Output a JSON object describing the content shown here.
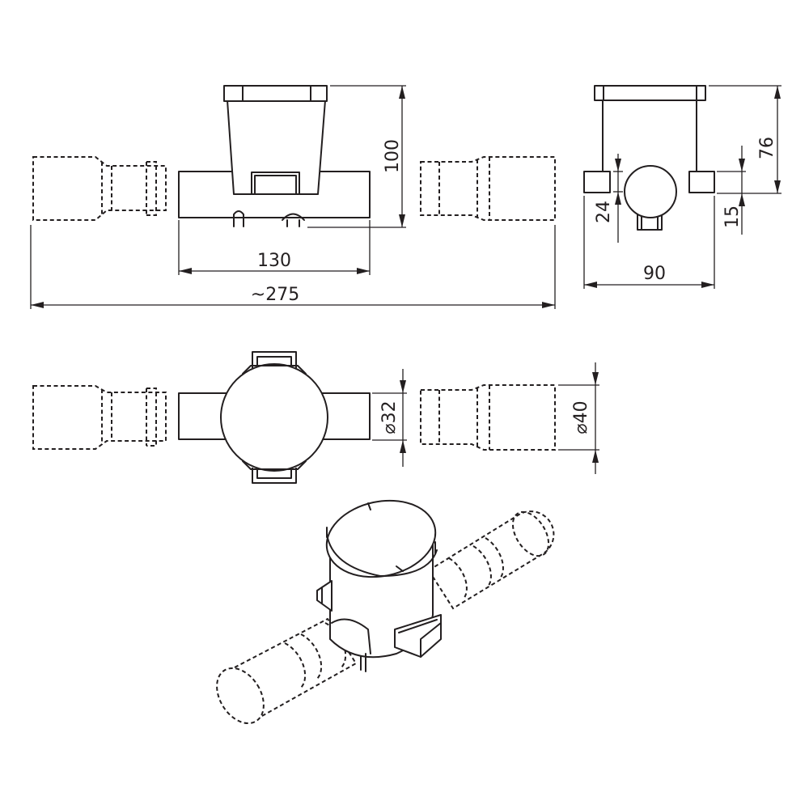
{
  "colors": {
    "line": "#231f20",
    "background": "#ffffff"
  },
  "dimensions": {
    "front_height": "100",
    "body_length": "130",
    "overall_length": "~275",
    "side_height": "76",
    "side_offset_24": "24",
    "side_offset_15": "15",
    "side_width": "90",
    "pipe_dia_32": "32",
    "pipe_dia_40": "40",
    "diameter_symbol": "⌀"
  }
}
